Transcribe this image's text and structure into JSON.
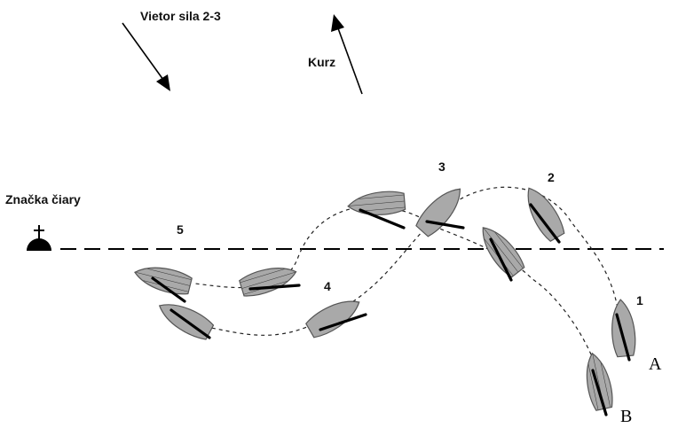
{
  "labels": {
    "wind": "Vietor  sila 2-3",
    "course": "Kurz",
    "mark": "Značka čiary",
    "pos1": "1",
    "pos2": "2",
    "pos3": "3",
    "pos4": "4",
    "pos5": "5",
    "boatA": "A",
    "boatB": "B"
  },
  "colors": {
    "hull_fill": "#a9a9a9",
    "hatch_line": "#333333",
    "mast": "#000000",
    "start_line": "#000000",
    "mark": "#000000"
  },
  "icons": {
    "mark": "start-buoy-icon",
    "wind": "wind-arrow-icon",
    "course": "course-arrow-icon"
  }
}
